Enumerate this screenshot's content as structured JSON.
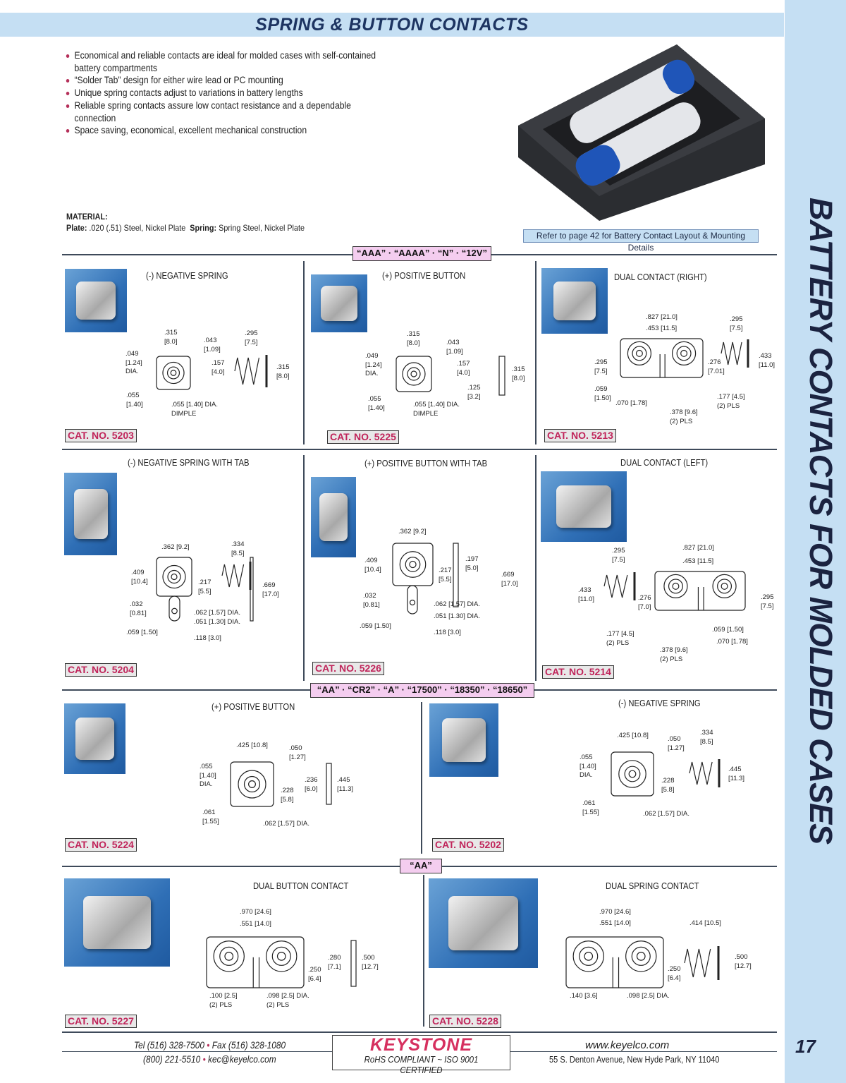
{
  "header": {
    "title": "SPRING & BUTTON CONTACTS"
  },
  "sidebar": {
    "title": "BATTERY CONTACTS FOR MOLDED CASES",
    "page_number": "17"
  },
  "features": [
    "Economical and reliable contacts are ideal for molded cases with self-contained battery compartments",
    "“Solder Tab” design for either wire lead or PC mounting",
    "Unique spring contacts adjust to variations in battery lengths",
    "Reliable spring contacts assure low contact resistance and a dependable connection",
    "Space saving, economical, excellent mechanical construction"
  ],
  "material": {
    "heading": "MATERIAL:",
    "plate_label": "Plate:",
    "plate": ".020 (.51) Steel, Nickel Plate",
    "spring_label": "Spring:",
    "spring": "Spring Steel, Nickel Plate"
  },
  "refer_note": "Refer to page 42 for Battery Contact Layout & Mounting Details",
  "sections": [
    "“AAA” · “AAAA” · “N” · “12V”",
    "“AA” · “CR2” · “A” · “17500” · “18350” · “18650”",
    "“AA”"
  ],
  "products": [
    {
      "title": "(-) NEGATIVE SPRING",
      "cat": "CAT. NO. 5203",
      "dims": [
        ".315\n[8.0]",
        ".043\n[1.09]",
        ".295\n[7.5]",
        ".049\n[1.24]\nDIA.",
        ".157\n[4.0]",
        ".315\n[8.0]",
        ".055\n[1.40]",
        ".055 [1.40] DIA.\nDIMPLE"
      ]
    },
    {
      "title": "(+) POSITIVE BUTTON",
      "cat": "CAT. NO. 5225",
      "dims": [
        ".315\n[8.0]",
        ".043\n[1.09]",
        ".049\n[1.24]\nDIA.",
        ".157\n[4.0]",
        ".315\n[8.0]",
        ".125\n[3.2]",
        ".055\n[1.40]",
        ".055 [1.40] DIA.\nDIMPLE"
      ]
    },
    {
      "title": "DUAL CONTACT (RIGHT)",
      "cat": "CAT. NO. 5213",
      "dims": [
        ".827 [21.0]",
        ".453 [11.5]",
        ".295\n[7.5]",
        ".433\n[11.0]",
        ".295\n[7.5]",
        ".276\n[7.01]",
        ".059\n[1.50]",
        ".070 [1.78]",
        ".177 [4.5]\n(2) PLS",
        ".378 [9.6]\n(2) PLS"
      ]
    },
    {
      "title": "(-) NEGATIVE SPRING WITH TAB",
      "cat": "CAT. NO. 5204",
      "dims": [
        ".362 [9.2]",
        ".334\n[8.5]",
        ".409\n[10.4]",
        ".217\n[5.5]",
        ".669\n[17.0]",
        ".032\n[0.81]",
        ".062 [1.57] DIA.\n.051 [1.30] DIA.",
        ".059 [1.50]",
        ".118 [3.0]"
      ]
    },
    {
      "title": "(+) POSITIVE BUTTON WITH TAB",
      "cat": "CAT. NO. 5226",
      "dims": [
        ".362 [9.2]",
        ".409\n[10.4]",
        ".197\n[5.0]",
        ".217\n[5.5]",
        ".669\n[17.0]",
        ".032\n[0.81]",
        ".062 [1.57] DIA.",
        ".051 [1.30] DIA.",
        ".059 [1.50]",
        ".118 [3.0]"
      ]
    },
    {
      "title": "DUAL CONTACT (LEFT)",
      "cat": "CAT. NO. 5214",
      "dims": [
        ".827 [21.0]",
        ".295\n[7.5]",
        ".453 [11.5]",
        ".433\n[11.0]",
        ".276\n[7.0]",
        ".295\n[7.5]",
        ".059 [1.50]",
        ".177 [4.5]\n(2) PLS",
        ".070 [1.78]",
        ".378 [9.6]\n(2) PLS"
      ]
    },
    {
      "title": "(+) POSITIVE BUTTON",
      "cat": "CAT. NO. 5224",
      "dims": [
        ".425 [10.8]",
        ".050\n[1.27]",
        ".055\n[1.40]\nDIA.",
        ".236\n[6.0]",
        ".445\n[11.3]",
        ".228\n[5.8]",
        ".061\n[1.55]",
        ".062 [1.57] DIA."
      ]
    },
    {
      "title": "(-) NEGATIVE SPRING",
      "cat": "CAT. NO. 5202",
      "dims": [
        ".425 [10.8]",
        ".334\n[8.5]",
        ".050\n[1.27]",
        ".055\n[1.40]\nDIA.",
        ".445\n[11.3]",
        ".228\n[5.8]",
        ".061\n[1.55]",
        ".062 [1.57] DIA."
      ]
    },
    {
      "title": "DUAL BUTTON CONTACT",
      "cat": "CAT. NO. 5227",
      "dims": [
        ".970 [24.6]",
        ".551 [14.0]",
        ".280\n[7.1]",
        ".500\n[12.7]",
        ".250\n[6.4]",
        ".100 [2.5]\n(2) PLS",
        ".098 [2.5] DIA.\n(2) PLS"
      ]
    },
    {
      "title": "DUAL SPRING CONTACT",
      "cat": "CAT. NO. 5228",
      "dims": [
        ".970 [24.6]",
        ".551 [14.0]",
        ".414 [10.5]",
        ".500\n[12.7]",
        ".250\n[6.4]",
        ".140 [3.6]",
        ".098 [2.5] DIA."
      ]
    }
  ],
  "footer": {
    "tel": "Tel (516) 328-7500",
    "fax": "Fax (516) 328-1080",
    "phone": "(800) 221-5510",
    "email": "kec@keyelco.com",
    "logo": "KEYSTONE",
    "compliance": "RoHS COMPLIANT ~ ISO 9001 CERTIFIED",
    "website": "www.keyelco.com",
    "address": "55 S. Denton Avenue, New Hyde Park, NY 11040"
  },
  "colors": {
    "band_blue": "#c5dff3",
    "title_navy": "#1d3461",
    "cat_red": "#c0245a",
    "section_pink": "#f4cdef"
  }
}
